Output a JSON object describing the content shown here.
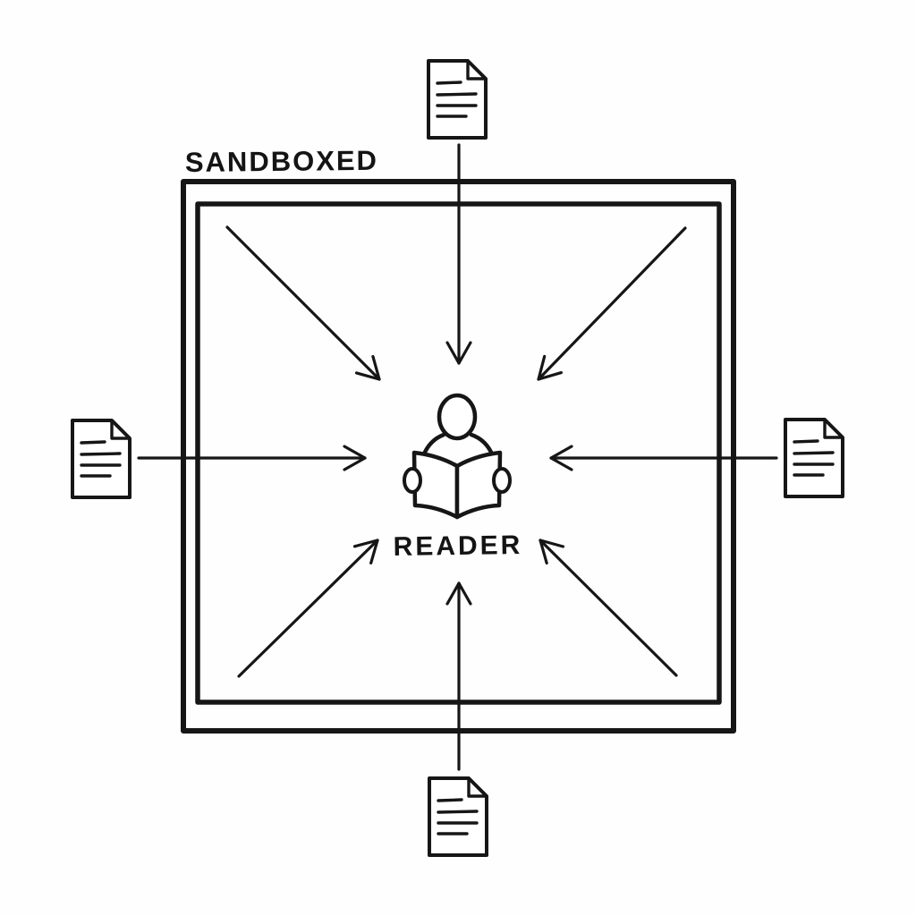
{
  "page": {
    "background_color": "#fefefe",
    "ink_color": "#161616"
  },
  "diagram": {
    "title": "SANDBOXED",
    "box": {
      "style": "double-border hand-drawn square",
      "label": "SANDBOXED"
    },
    "center": {
      "label": "READER",
      "icon": "person-reading-book-icon"
    },
    "documents": [
      {
        "position": "top",
        "icon": "document-icon"
      },
      {
        "position": "left",
        "icon": "document-icon"
      },
      {
        "position": "right",
        "icon": "document-icon"
      },
      {
        "position": "bottom",
        "icon": "document-icon"
      }
    ],
    "arrows": [
      {
        "from": "top-document",
        "to": "reader",
        "direction": "down"
      },
      {
        "from": "bottom-document",
        "to": "reader",
        "direction": "up"
      },
      {
        "from": "left-document",
        "to": "reader",
        "direction": "right"
      },
      {
        "from": "right-document",
        "to": "reader",
        "direction": "left"
      },
      {
        "from": "top-left-corner",
        "to": "reader",
        "direction": "down-right"
      },
      {
        "from": "top-right-corner",
        "to": "reader",
        "direction": "down-left"
      },
      {
        "from": "bottom-left-corner",
        "to": "reader",
        "direction": "up-right"
      },
      {
        "from": "bottom-right-corner",
        "to": "reader",
        "direction": "up-left"
      }
    ]
  }
}
